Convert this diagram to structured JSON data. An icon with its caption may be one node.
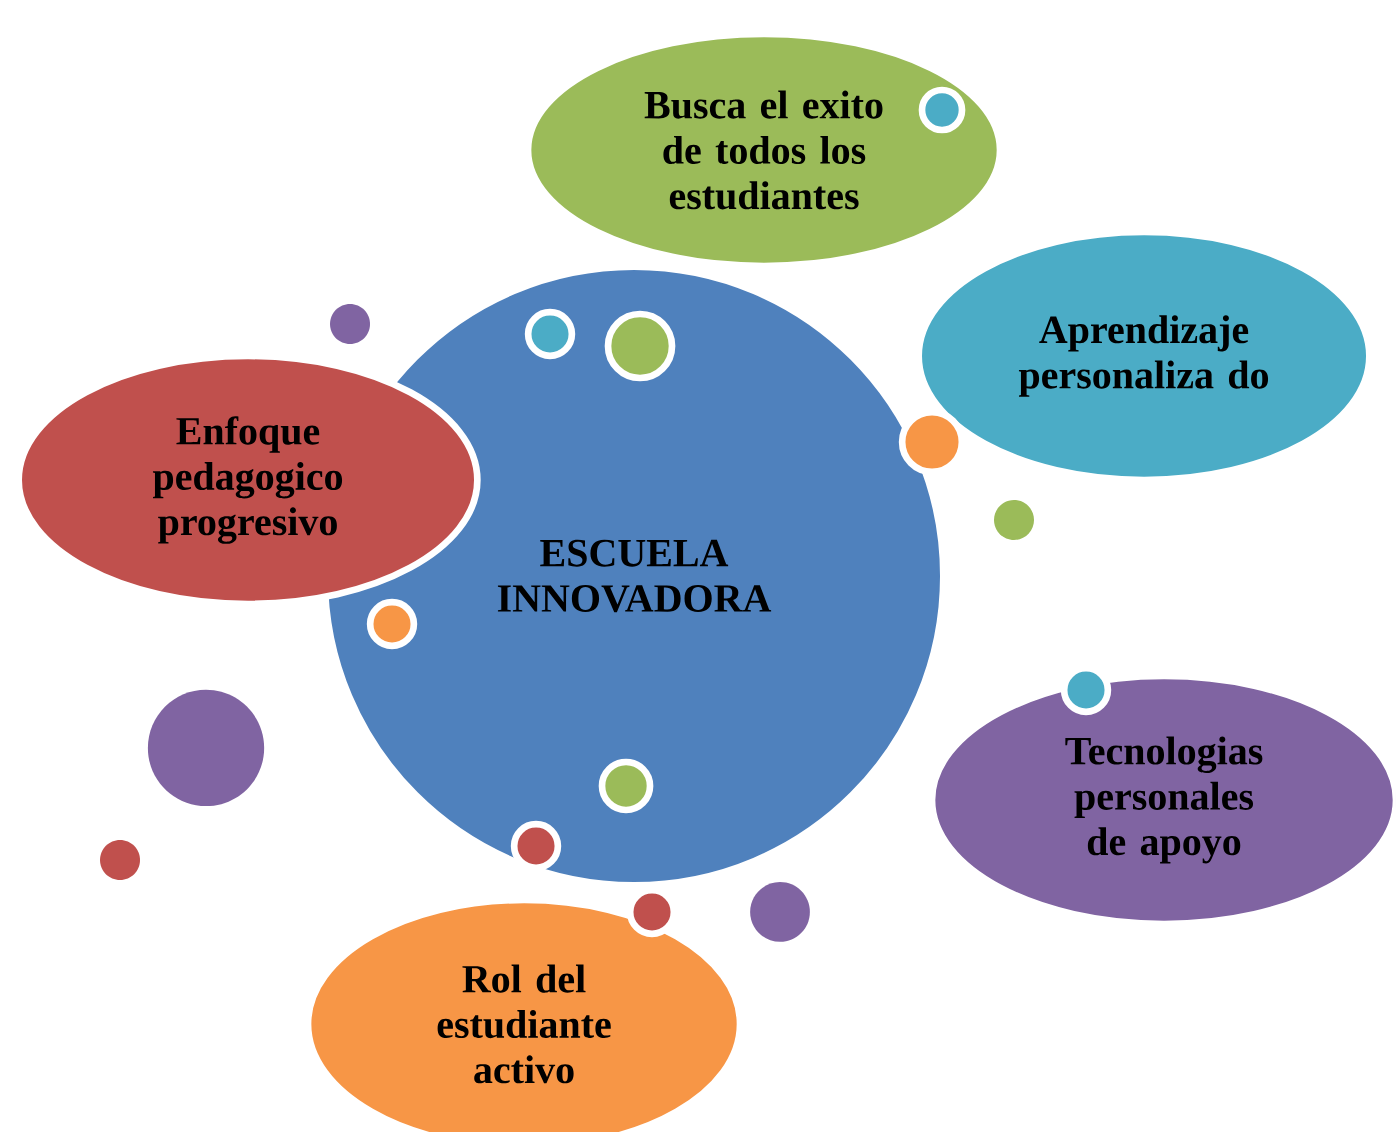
{
  "diagram": {
    "nodes": [
      {
        "text": [
          "ESCUELA INNOVADORA"
        ]
      },
      {
        "text": [
          "Busca el exito de todos los estudiantes"
        ]
      },
      {
        "text": [
          "Aprendizaje personaliza do"
        ]
      },
      {
        "text": [
          "Enfoque pedagogico progresivo"
        ]
      },
      {
        "text": [
          "Tecnologias personales de apoyo"
        ]
      },
      {
        "text": [
          "Rol del estudiante activo"
        ]
      }
    ]
  }
}
